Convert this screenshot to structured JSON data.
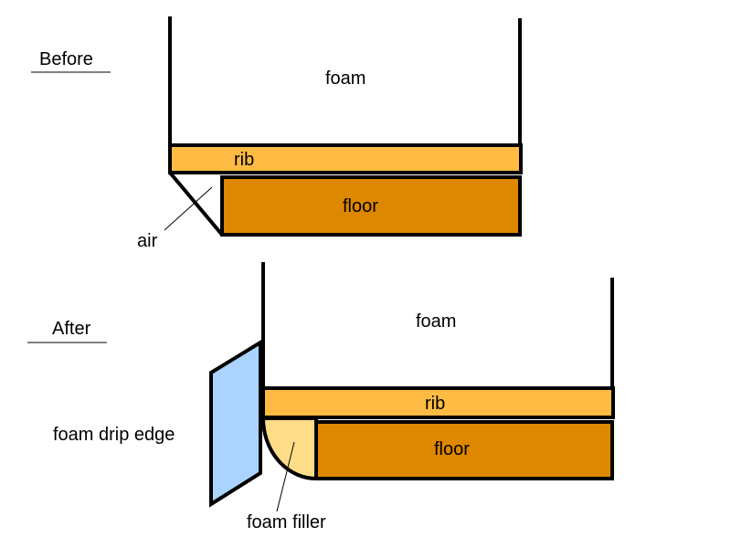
{
  "before": {
    "heading": "Before",
    "foam": "foam",
    "rib": "rib",
    "floor": "floor",
    "air": "air"
  },
  "after": {
    "heading": "After",
    "foam": "foam",
    "rib": "rib",
    "floor": "floor",
    "drip_edge": "foam drip edge",
    "filler": "foam filler"
  },
  "colors": {
    "rib": "#FFBB44",
    "floor": "#DD8800",
    "drip_edge": "#AAD4FF",
    "filler": "#FFDD88",
    "outline": "#000000"
  }
}
